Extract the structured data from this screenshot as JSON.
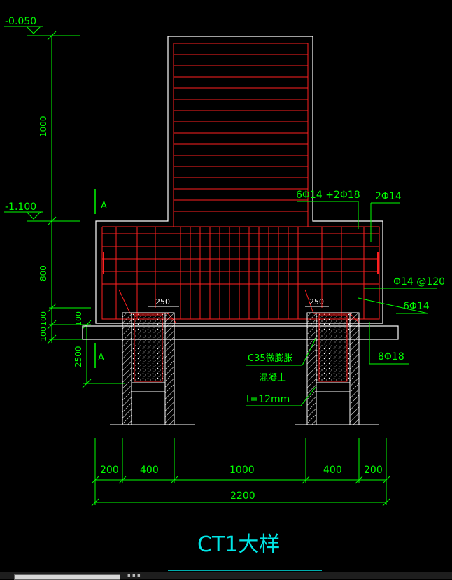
{
  "elevations": [
    {
      "id": "elev-top",
      "text": "-0.050"
    },
    {
      "id": "elev-mid",
      "text": "-1.100"
    }
  ],
  "vertical_dims": {
    "d1000": "1000",
    "d800": "800",
    "d100a": "100",
    "d100b": "100",
    "d2500": "2500"
  },
  "section_marks": {
    "upper": "A",
    "lower": "A"
  },
  "horizontal_dims": {
    "d200a": "200",
    "d400a": "400",
    "d1000": "1000",
    "d400b": "400",
    "d200b": "200",
    "total": "2200"
  },
  "local_dims": {
    "left250": "250",
    "right250": "250"
  },
  "rebar_callouts": {
    "top_main": "6Φ14 +2Φ18",
    "side": "2Φ14",
    "stirrup": "Φ14 @120",
    "bottom": "6Φ14",
    "pile": "8Φ18"
  },
  "material_note": {
    "line1": "C35微膨胀",
    "line2": "混凝土",
    "line3": "t=12mm"
  },
  "drawing_title": "CT1大样",
  "colors": {
    "background": "#000000",
    "outline": "#ffffff",
    "rebar": "#ff2020",
    "dims": "#00ff00",
    "title": "#00e6e6"
  }
}
